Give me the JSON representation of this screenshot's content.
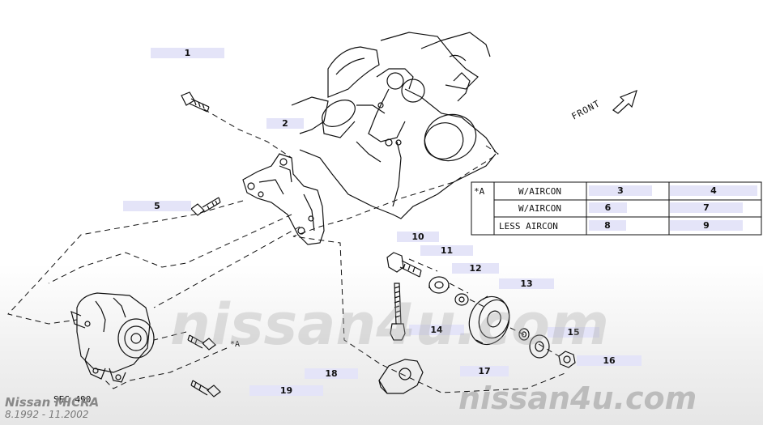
{
  "callouts": {
    "c1": "1",
    "c2": "2",
    "c3": "3",
    "c4": "4",
    "c5": "5",
    "c6": "6",
    "c7": "7",
    "c8": "8",
    "c9": "9",
    "c10": "10",
    "c11": "11",
    "c12": "12",
    "c13": "13",
    "c14": "14",
    "c15": "15",
    "c16": "16",
    "c17": "17",
    "c18": "18",
    "c19": "19"
  },
  "labels": {
    "front": "FRONT",
    "sec_ref": "SEC 490",
    "star_a": "*A"
  },
  "table": {
    "row1_key": "*A",
    "row1_desc": "W/AIRCON",
    "row2_desc": "W/AIRCON",
    "row3_desc": "LESS AIRCON"
  },
  "watermarks": {
    "center": "nissan4u.com",
    "bottom": "nissan4u.com"
  },
  "footer": {
    "model": "Nissan MICRA",
    "period": "8.1992 - 11.2002"
  }
}
